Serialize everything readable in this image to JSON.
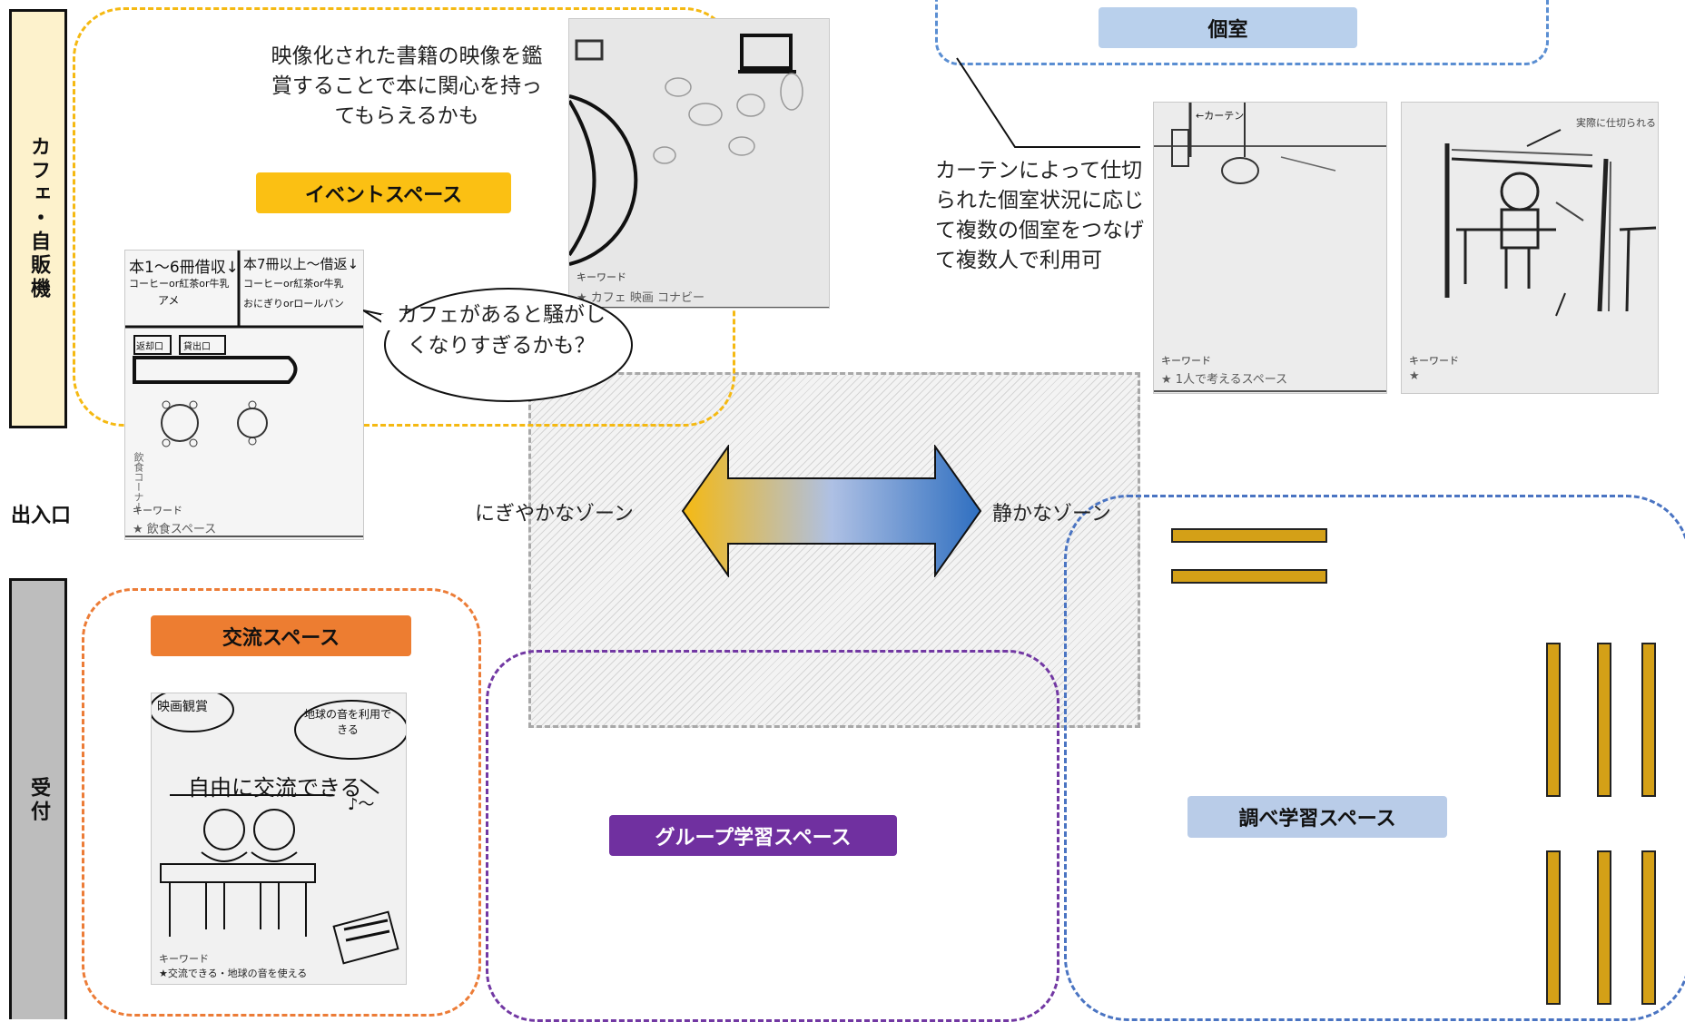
{
  "sidebar": {
    "cafe_label": "カフェ・自販機",
    "entrance_label": "出入口",
    "reception_label": "受付"
  },
  "zones": {
    "event": {
      "label": "イベントスペース",
      "note": "映像化された書籍の映像を鑑賞することで本に関心を持ってもらえるかも",
      "color": "#f5b912"
    },
    "private": {
      "label": "個室",
      "note": "カーテンによって仕切られた個室状況に応じて複数の個室をつなげて複数人で利用可",
      "color": "#5a8ed2"
    },
    "exchange": {
      "label": "交流スペース",
      "color": "#ec7c37"
    },
    "group": {
      "label": "グループ学習スペース",
      "color": "#7030a0"
    },
    "research": {
      "label": "調べ学習スペース",
      "color": "#4a74c2"
    }
  },
  "gradient_arrow": {
    "left_label": "にぎやかなゾーン",
    "right_label": "静かなゾーン",
    "start_color": "#f5b912",
    "end_color": "#2f6fc0"
  },
  "speech_bubble": {
    "text": "カフェがあると騒がしくなりすぎるかも？"
  },
  "sketches": {
    "event_photo": {
      "keyword_header": "キーワード",
      "keyword_text": "★ カフェ 映画 コナビー"
    },
    "cafe": {
      "line1": "本1〜6冊借収↓",
      "line2": "コーヒーor紅茶or牛乳",
      "line3": "アメ",
      "line4": "本7冊以上〜借返↓",
      "line5": "コーヒーor紅茶or牛乳",
      "line6": "おにぎりorロールパン",
      "counter1": "返却口",
      "counter2": "貸出口",
      "corner": "飲食コーナー",
      "keyword_header": "キーワード",
      "keyword_text": "★ 飲食スペース"
    },
    "curtain_1": {
      "curtain_label": "←カーテン",
      "keyword_header": "キーワード",
      "keyword_text": "★ 1人で考えるスペース"
    },
    "curtain_2": {
      "note": "実際に仕切られる",
      "keyword_header": "キーワード",
      "keyword_text": "★"
    },
    "exchange": {
      "note_a": "映画観賞",
      "note_b": "地球の音を利用できる",
      "center_text": "自由に交流できる",
      "music": "♪〜",
      "keyword_header": "キーワード",
      "keyword_text": "★交流できる・地球の音を使える"
    }
  }
}
